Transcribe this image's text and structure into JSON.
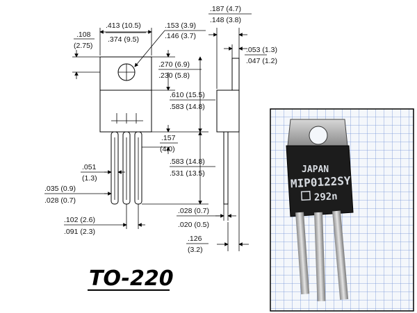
{
  "title": "TO-220",
  "dimensions": {
    "tab_width": ".413 (10.5)",
    "tab_width_min": ".374 (9.5)",
    "hole_dia": ".153 (3.9)",
    "hole_dia_min": ".146 (3.7)",
    "hole_from_top": ".108",
    "hole_from_top_mm": "(2.75)",
    "tab_to_body": ".270 (6.9)",
    "tab_to_body_min": ".230 (5.8)",
    "body_length": ".610 (15.5)",
    "body_length_min": ".583 (14.8)",
    "lead_shoulder": ".157",
    "lead_shoulder_mm": "(4.0)",
    "lead_length": ".583 (14.8)",
    "lead_length_min": ".531 (13.5)",
    "lead_pitch": ".051",
    "lead_pitch_mm": "(1.3)",
    "lead_width": ".035 (0.9)",
    "lead_width_min": ".028 (0.7)",
    "lead_spacing": ".102 (2.6)",
    "lead_spacing_min": ".091 (2.3)",
    "package_thickness": ".187 (4.7)",
    "package_thickness_min": ".148 (3.8)",
    "tab_thickness": ".053 (1.3)",
    "tab_thickness_min": ".047 (1.2)",
    "lead_thickness": ".028 (0.7)",
    "lead_thickness_min": ".020 (0.5)",
    "lead_offset": ".126",
    "lead_offset_mm": "(3.2)"
  },
  "photo_marking": {
    "line1": "JAPAN",
    "line2": "MIP0122SY",
    "line3": "292n"
  }
}
